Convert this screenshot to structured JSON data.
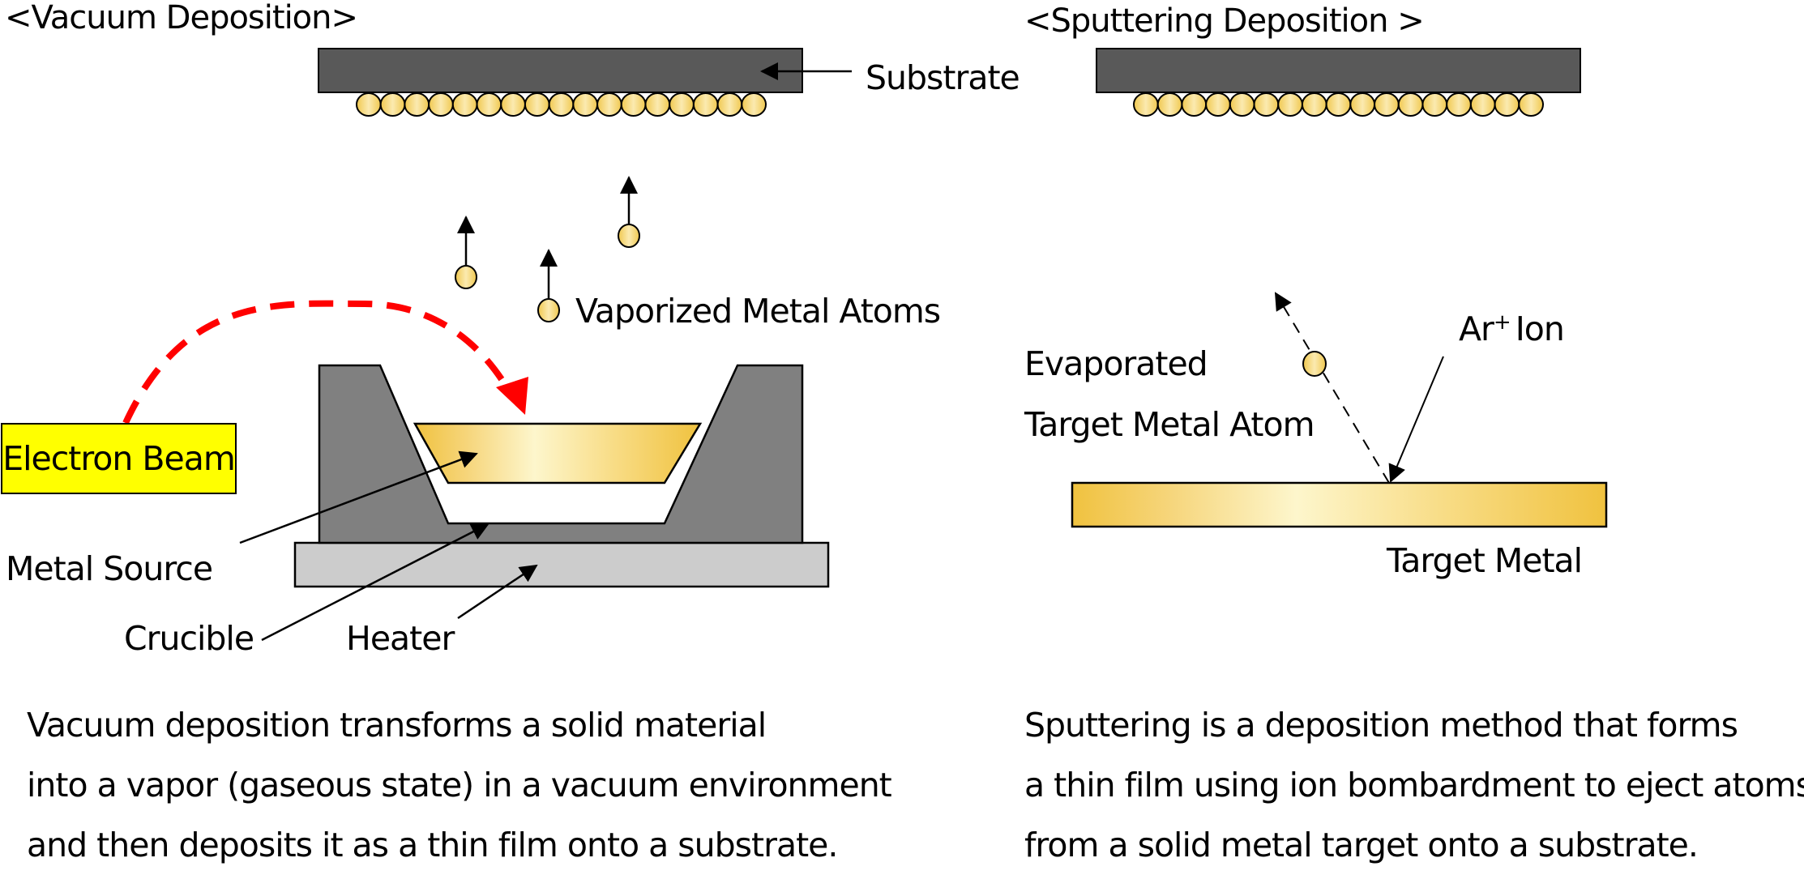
{
  "vacuum": {
    "title": "<Vacuum Deposition>",
    "labels": {
      "substrate": "Substrate",
      "vaporized_atoms": "Vaporized Metal Atoms",
      "electron_beam": "Electron Beam",
      "metal_source": "Metal Source",
      "crucible": "Crucible",
      "heater": "Heater"
    },
    "description": [
      "Vacuum deposition transforms a solid material",
      "into a vapor (gaseous state) in a vacuum environment",
      "and then deposits it as a thin film onto a substrate."
    ],
    "film_atom_count": 17,
    "vapor_atom_count": 3
  },
  "sputtering": {
    "title": "<Sputtering Deposition >",
    "labels": {
      "evaporated_line1": "Evaporated",
      "evaporated_line2": "Target Metal Atom",
      "ar_ion_base": "Ar",
      "ar_ion_charge": "+",
      "ar_ion_suffix": "Ion",
      "target_metal": "Target Metal"
    },
    "description": [
      "Sputtering is a deposition method that forms",
      "a thin film using ion bombardment to eject atoms",
      "from a solid metal target onto a substrate."
    ],
    "film_atom_count": 17
  },
  "colors": {
    "substrate": "#595959",
    "crucible": "#808080",
    "heater": "#cccccc",
    "electron_beam_box": "#ffff00",
    "electron_beam_path": "#ff0000",
    "gold_dark": "#f0c040",
    "gold_light": "#fdf6cc"
  }
}
